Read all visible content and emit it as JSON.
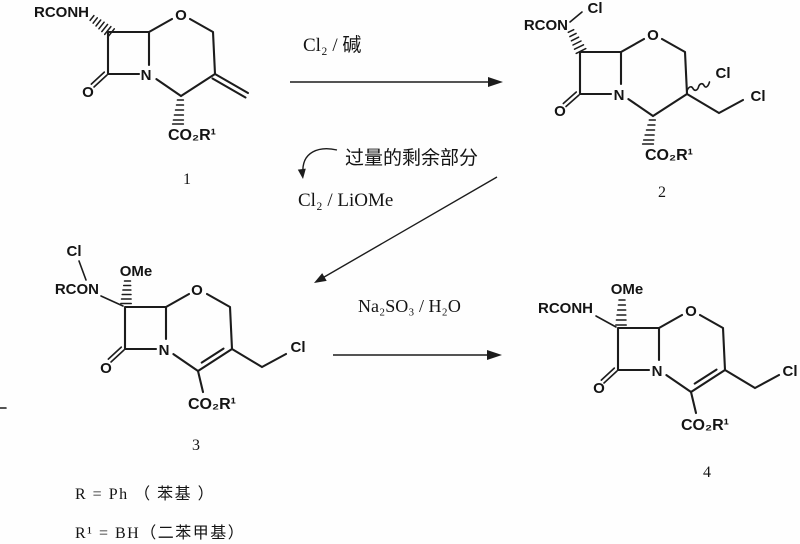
{
  "figure": {
    "compounds": [
      {
        "number": "1",
        "amide": "RCONH",
        "ring_o": "O",
        "ring_n": "N",
        "carbonyl_o": "O",
        "ester": "CO₂R¹"
      },
      {
        "number": "2",
        "amide": "RCON",
        "n_chloro": "Cl",
        "ring_o": "O",
        "ring_n": "N",
        "carbonyl_o": "O",
        "chloro_c3": "Cl",
        "chloromethyl_cl": "Cl",
        "ester": "CO₂R¹"
      },
      {
        "number": "3",
        "amide": "RCON",
        "n_chloro": "Cl",
        "methoxy": "OMe",
        "ring_o": "O",
        "ring_n": "N",
        "carbonyl_o": "O",
        "chloromethyl_cl": "Cl",
        "ester": "CO₂R¹"
      },
      {
        "number": "4",
        "amide": "RCONH",
        "methoxy": "OMe",
        "ring_o": "O",
        "ring_n": "N",
        "carbonyl_o": "O",
        "chloromethyl_cl": "Cl",
        "ester": "CO₂R¹"
      }
    ],
    "reactions": {
      "step1": "Cl₂ / 碱",
      "excess_note": "过量的剩余部分",
      "step2": "Cl₂ / LiOMe",
      "step3": "Na₂SO₃ / H₂O"
    },
    "legend": {
      "r_definition": "R = Ph （ 苯基 ）",
      "r1_definition": "R¹ = BH（二苯甲基）"
    }
  }
}
